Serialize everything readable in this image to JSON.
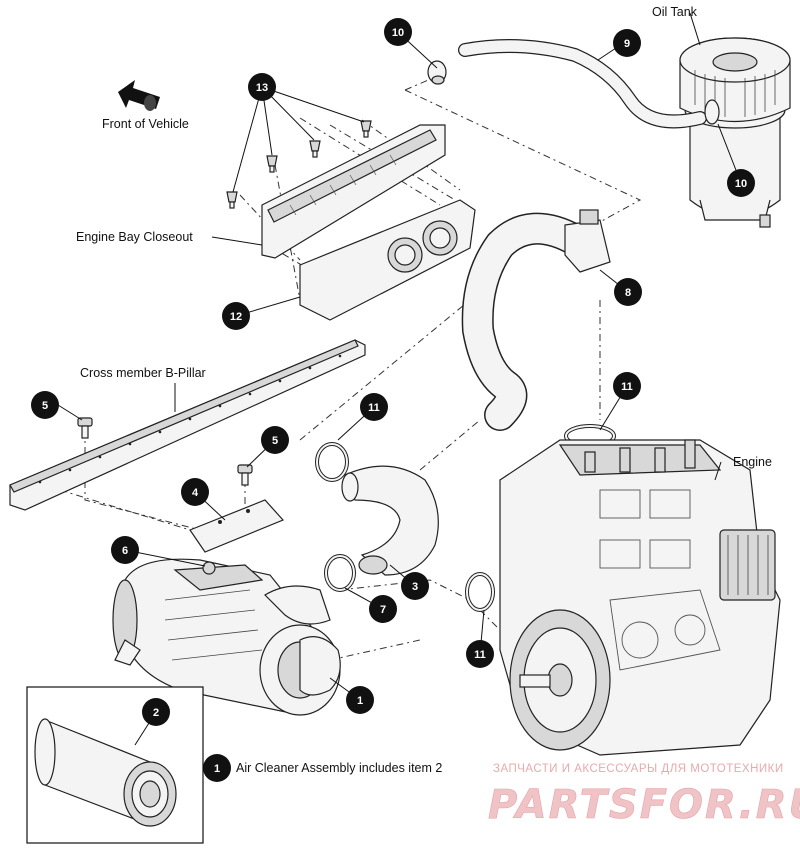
{
  "labels": {
    "oil_tank": "Oil Tank",
    "front_of_vehicle": "Front of Vehicle",
    "engine_bay_closeout": "Engine Bay Closeout",
    "cross_member": "Cross member B-Pillar",
    "engine": "Engine"
  },
  "callouts": {
    "c1": "1",
    "c1_legend": "1",
    "c2": "2",
    "c3": "3",
    "c4": "4",
    "c5a": "5",
    "c5b": "5",
    "c6": "6",
    "c7": "7",
    "c8": "8",
    "c9": "9",
    "c10a": "10",
    "c10b": "10",
    "c11a": "11",
    "c11b": "11",
    "c11c": "11",
    "c12": "12",
    "c13": "13"
  },
  "legend": {
    "text": "Air Cleaner Assembly includes item 2"
  },
  "watermark": {
    "tagline": "ЗАПЧАСТИ И АКСЕССУАРЫ ДЛЯ МОТОТЕХНИКИ",
    "brand": "PARTSFOR.RU"
  },
  "colors": {
    "callout_fill": "#111111",
    "watermark": "#e8a9ad"
  }
}
